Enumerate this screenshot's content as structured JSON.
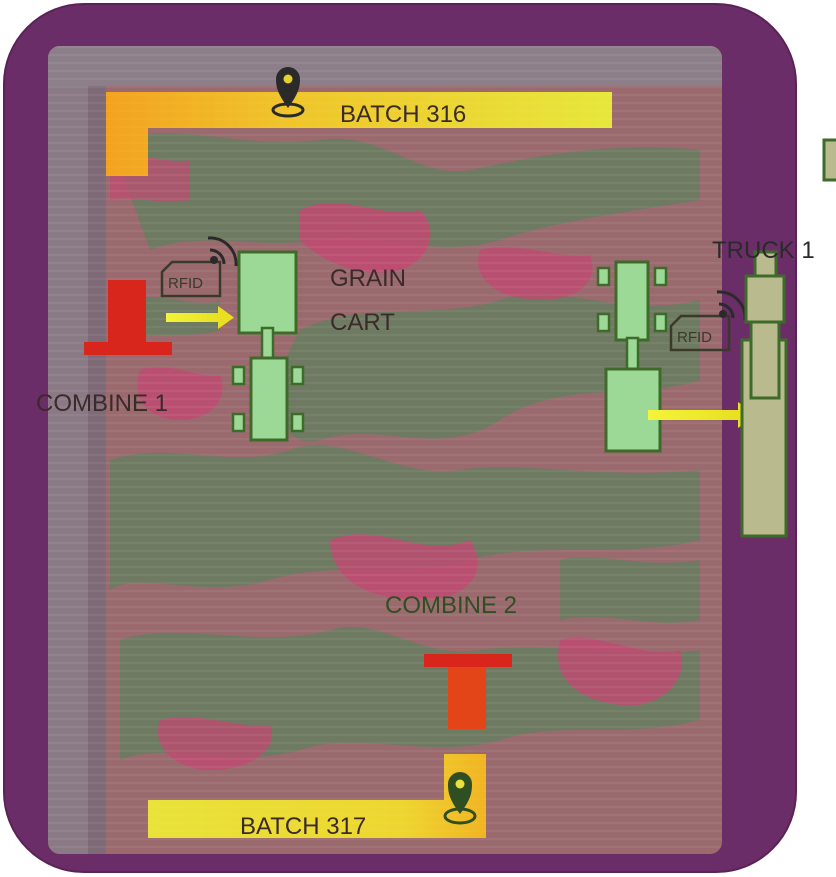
{
  "colors": {
    "frame": "#6a2d67",
    "field_base": "#9a6a6f",
    "crop_green": "#6f7a62",
    "crop_red": "#c24a72",
    "batch_yellow": "#e6e43a",
    "batch_orange": "#f08a1e",
    "combine_red": "#d9261c",
    "combine_orange": "#e34418",
    "cart_green": "#9cd996",
    "truck_tan": "#b9bb8e",
    "outline_green": "#3e6a2a",
    "arrow_yellow": "#f2f02c",
    "label_dark": "#3b2a2a"
  },
  "labels": {
    "batch_316": "BATCH 316",
    "batch_317": "BATCH 317",
    "grain_cart_line1": "GRAIN",
    "grain_cart_line2": "CART",
    "combine_1": "COMBINE 1",
    "combine_2": "COMBINE 2",
    "truck_1": "TRUCK 1",
    "rfid_1": "RFID",
    "rfid_2": "RFID"
  },
  "icons": {
    "location_pin": "map-pin-icon",
    "rfid_tag": "rfid-tag-icon",
    "transfer_arrow": "arrow-right-icon"
  }
}
